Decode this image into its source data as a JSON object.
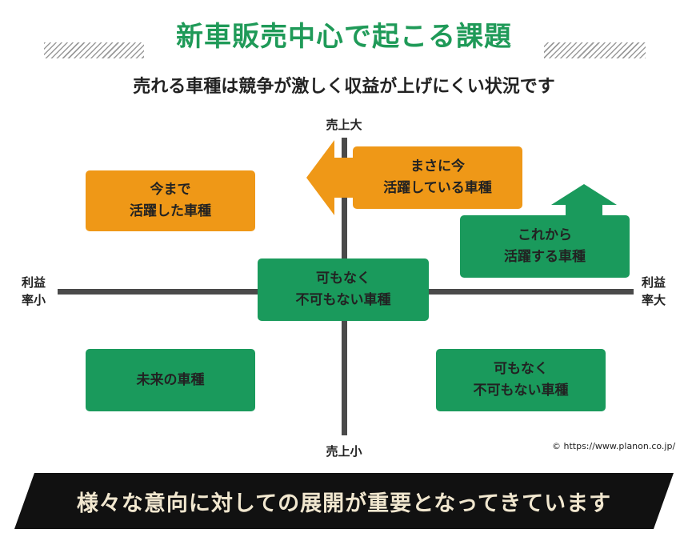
{
  "title": "新車販売中心で起こる課題",
  "subtitle": "売れる車種は競争が激しく収益が上げにくい状況です",
  "axes": {
    "top": "売上大",
    "bottom": "売上小",
    "left_line1": "利益",
    "left_line2": "率小",
    "right_line1": "利益",
    "right_line2": "率大"
  },
  "boxes": {
    "now_top_line1": "まさに今",
    "now_top_line2": "活躍している車種",
    "past_line1": "今まで",
    "past_line2": "活躍した車種",
    "future_active_line1": "これから",
    "future_active_line2": "活躍する車種",
    "center_line1": "可もなく",
    "center_line2": "不可もない車種",
    "future": "未来の車種",
    "bottom_right_line1": "可もなく",
    "bottom_right_line2": "不可もない車種"
  },
  "copyright": "© https://www.planon.co.jp/",
  "banner": "様々な意向に対しての展開が重要となってきています",
  "colors": {
    "orange": "#ef9817",
    "green": "#1a9a5c",
    "title_green": "#1f9a58",
    "banner_bg": "#111111",
    "banner_text": "#f1e7cf"
  }
}
